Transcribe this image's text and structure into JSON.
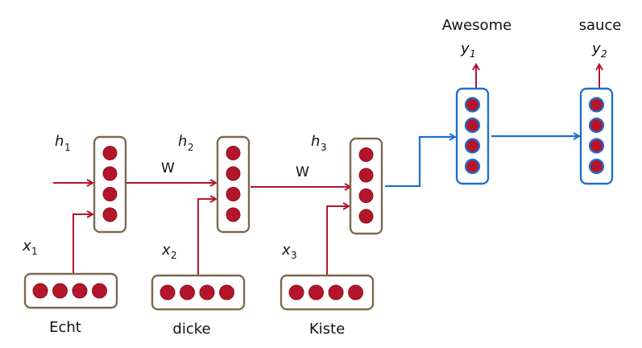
{
  "colors": {
    "encoder_border": "#7a6a4f",
    "decoder_border": "#1f6fcf",
    "neuron_fill": "#b5152b",
    "red_arrow": "#b5152b",
    "blue_arrow": "#1f6fcf",
    "decoder_neuron_ring": "#1f6fcf"
  },
  "encoder": {
    "hidden": [
      {
        "label": "h",
        "sub": "1"
      },
      {
        "label": "h",
        "sub": "2"
      },
      {
        "label": "h",
        "sub": "3"
      }
    ],
    "inputs": [
      {
        "label": "x",
        "sub": "1",
        "word": "Echt"
      },
      {
        "label": "x",
        "sub": "2",
        "word": "dicke"
      },
      {
        "label": "x",
        "sub": "3",
        "word": "Kiste"
      }
    ],
    "weight_labels": [
      "W",
      "W"
    ]
  },
  "decoder": {
    "outputs": [
      {
        "label": "y",
        "sub": "1",
        "word": "Awesome"
      },
      {
        "label": "y",
        "sub": "2",
        "word": "sauce"
      }
    ]
  },
  "neurons_per_layer": 4
}
